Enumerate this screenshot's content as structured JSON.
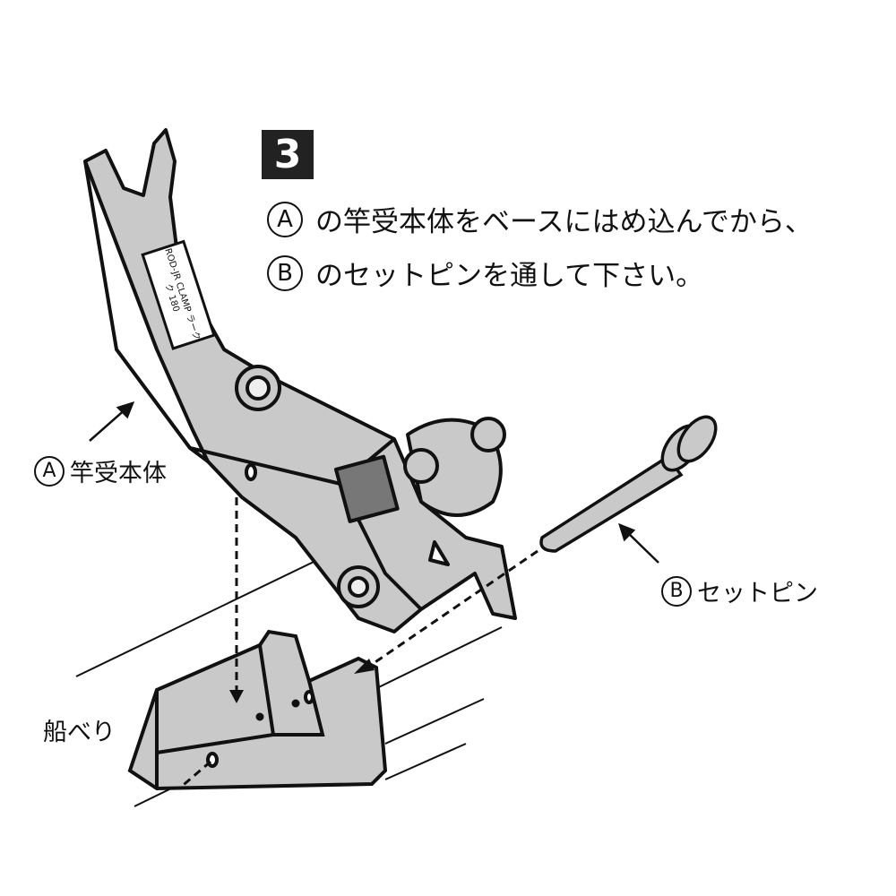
{
  "step_number": "3",
  "instructions": [
    {
      "marker": "A",
      "text": "の竿受本体をベースにはめ込んでから、"
    },
    {
      "marker": "B",
      "text": "のセットピンを通して下さい。"
    }
  ],
  "labels": {
    "rod_holder": {
      "marker": "A",
      "text": "竿受本体"
    },
    "set_pin": {
      "marker": "B",
      "text": "セットピン"
    },
    "gunwale": "船べり"
  },
  "product_sticker": "ROD-JR CLAMP ラークク 180"
}
